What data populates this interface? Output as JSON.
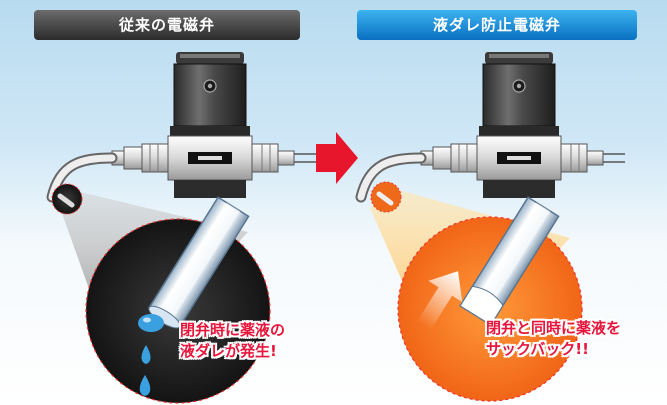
{
  "labels": {
    "conventional": "従来の電磁弁",
    "anti_drip": "液ダレ防止電磁弁"
  },
  "captions": {
    "left_line1": "閉弁時に薬液の",
    "left_line2": "液ダレが発生!",
    "right_line1": "閉弁と同時に薬液を",
    "right_line2": "サックバック!!"
  },
  "colors": {
    "arrow": "#e8162c",
    "caption_text": "#e8163c",
    "left_pill": "#3a3a3a",
    "right_pill": "#1586d6",
    "liquid": "#3aa0e0",
    "suck_glow": "#f07020"
  },
  "icons": {
    "transition": "right-arrow-icon",
    "suckback": "up-arrow-icon",
    "drop": "water-drop-icon"
  }
}
